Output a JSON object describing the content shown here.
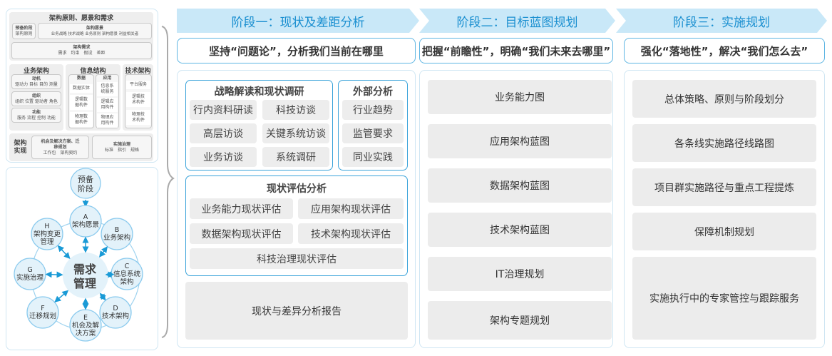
{
  "left_top": {
    "title": "架构原则、愿景和需求",
    "prelim": {
      "title": "预备阶段",
      "sub": "架构原则"
    },
    "vision": {
      "title": "架构愿景",
      "sub": "业务战略 技术战略 业务原则 架构愿景 利益相关者"
    },
    "requirements": {
      "title": "架构需求",
      "sub": "需求　约束　假设　差距"
    },
    "business": {
      "title": "业务架构",
      "items": [
        {
          "title": "动机",
          "sub": "驱动力 目标 目的 测量"
        },
        {
          "title": "组织",
          "sub": "组织 位置 驱动者 角色"
        },
        {
          "title": "功能",
          "sub": "服务 流程 控制 功能"
        }
      ]
    },
    "info": {
      "title": "信息结构",
      "data": {
        "title": "数据",
        "items": [
          "数据实体",
          "逻辑数据构件",
          "物理数据构件"
        ]
      },
      "app": {
        "title": "应用",
        "items": [
          "信息系统服务",
          "逻辑应用构件",
          "物理应用构件"
        ]
      }
    },
    "tech": {
      "title": "技术架构",
      "items": [
        "平台服务",
        "逻辑技术构件",
        "物理技术构件"
      ]
    },
    "realization": {
      "title": "架构实现",
      "opp": {
        "title": "机会及解决方案、迁移规划",
        "sub": "工作包　架构契约"
      },
      "gov": {
        "title": "实施治理",
        "sub": "标准　指引　规格"
      }
    }
  },
  "cycle": {
    "center": "需求管理",
    "prelim": "预备阶段",
    "phases": [
      {
        "letter": "A",
        "label": "架构愿景"
      },
      {
        "letter": "B",
        "label": "业务架构"
      },
      {
        "letter": "C",
        "label": "信息系统架构"
      },
      {
        "letter": "D",
        "label": "技术架构"
      },
      {
        "letter": "E",
        "label": "机会及解决方案"
      },
      {
        "letter": "F",
        "label": "迁移规划"
      },
      {
        "letter": "G",
        "label": "实施治理"
      },
      {
        "letter": "H",
        "label": "架构变更管理"
      }
    ]
  },
  "stages": [
    {
      "header": "阶段一：现状及差距分析",
      "subtitle": "坚持“问题论”，分析我们当前在哪里",
      "strategy": {
        "title": "战略解读和现状调研",
        "items": [
          "行内资料研读",
          "科技访谈",
          "高层访谈",
          "关键系统访谈",
          "业务访谈",
          "系统调研"
        ]
      },
      "external": {
        "title": "外部分析",
        "items": [
          "行业趋势",
          "监管要求",
          "同业实践"
        ]
      },
      "assessment": {
        "title": "现状评估分析",
        "items": [
          "业务能力现状评估",
          "应用架构现状评估",
          "数据架构现状评估",
          "技术架构现状评估",
          "科技治理现状评估"
        ]
      },
      "report": "现状与差异分析报告"
    },
    {
      "header": "阶段二：目标蓝图规划",
      "subtitle": "把握“前瞻性”，明确“我们未来去哪里”",
      "items": [
        "业务能力图",
        "应用架构蓝图",
        "数据架构蓝图",
        "技术架构蓝图",
        "IT治理规划",
        "架构专题规划"
      ]
    },
    {
      "header": "阶段三：实施规划",
      "subtitle": "强化“落地性”，解决“我们怎么去”",
      "items": [
        "总体策略、原则与阶段划分",
        "各条线实施路径线路图",
        "项目群实施路径与重点工程提炼",
        "保障机制规划",
        "实施执行中的专家管控与跟踪服务"
      ]
    }
  ],
  "colors": {
    "accent": "#1a8fd0",
    "header_bg": "#c9e8f8",
    "border": "#3aa3da",
    "item_bg": "#ececec"
  }
}
